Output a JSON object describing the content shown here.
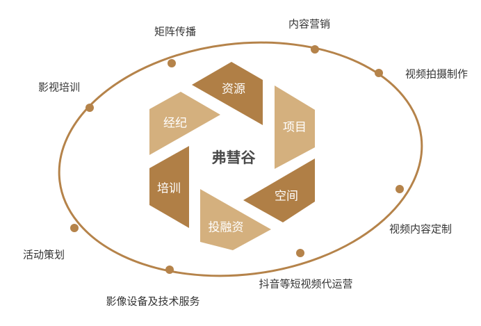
{
  "center_title": "弗彗谷",
  "segments": [
    {
      "label": "资源",
      "color": "#b07f46"
    },
    {
      "label": "项目",
      "color": "#d4b07e"
    },
    {
      "label": "空间",
      "color": "#b07f46"
    },
    {
      "label": "投融资",
      "color": "#d4b07e"
    },
    {
      "label": "培训",
      "color": "#b07f46"
    },
    {
      "label": "经纪",
      "color": "#d4b07e"
    }
  ],
  "orbit_color": "#b5834a",
  "services": [
    {
      "label": "矩阵传播"
    },
    {
      "label": "内容营销"
    },
    {
      "label": "视频拍摄制作"
    },
    {
      "label": "视频内容定制"
    },
    {
      "label": "抖音等短视频代运营"
    },
    {
      "label": "影像设备及技术服务"
    },
    {
      "label": "活动策划"
    },
    {
      "label": "影视培训"
    }
  ]
}
